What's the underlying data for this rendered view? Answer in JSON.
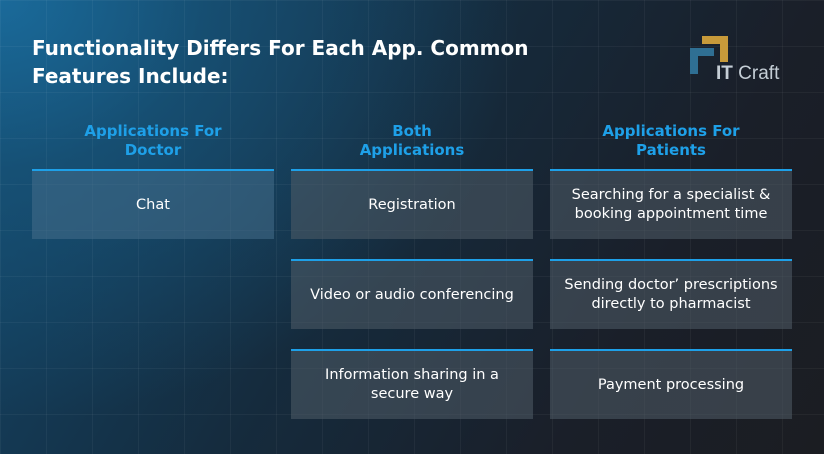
{
  "title": {
    "line1": "Functionality Differs For Each App. Common",
    "line2": "Features Include:"
  },
  "logo": {
    "it": "IT",
    "craft": "Craft",
    "icon": "itcraft-logo-icon"
  },
  "columns": [
    {
      "heading": [
        "Applications For",
        "Doctor"
      ],
      "items": [
        "Chat"
      ]
    },
    {
      "heading": [
        "Both",
        "Applications"
      ],
      "items": [
        "Registration",
        "Video or audio conferencing",
        "Information sharing in a secure way"
      ]
    },
    {
      "heading": [
        "Applications For",
        "Patients"
      ],
      "items": [
        "Searching for a specialist & booking appointment time",
        "Sending doctor’ prescriptions directly to pharmacist",
        "Payment processing"
      ]
    }
  ],
  "colors": {
    "accent": "#1ea0e8",
    "card": "#505c68",
    "text": "#ffffff"
  }
}
